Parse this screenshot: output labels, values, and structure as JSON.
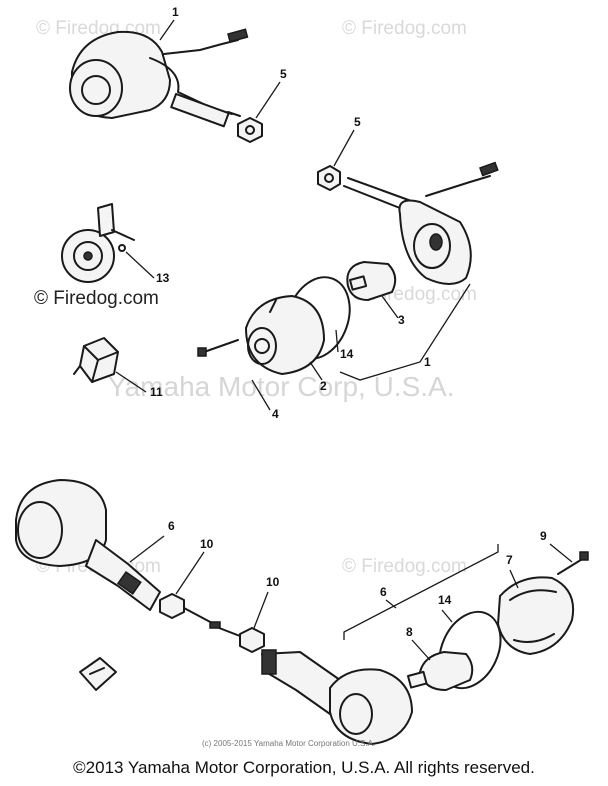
{
  "watermarks": {
    "top_left": "© Firedog.com",
    "top_right": "© Firedog.com",
    "mid_left": "© Firedog.com",
    "mid_right": "© Firedog.com",
    "lower_left": "© Firedog.com",
    "lower_right": "© Firedog.com",
    "center": "Yamaha Motor Corp, U.S.A."
  },
  "credit_line": "(c) 2005-2015 Yamaha Motor Corporation U.S.A.",
  "footer": "©2013 Yamaha Motor Corporation, U.S.A. All rights reserved.",
  "callouts": {
    "c1": "1",
    "c5a": "5",
    "c5b": "5",
    "c13": "13",
    "c11": "11",
    "c3": "3",
    "c14a": "14",
    "c2": "2",
    "c1b": "1",
    "c4": "4",
    "c6a": "6",
    "c10a": "10",
    "c10b": "10",
    "c9": "9",
    "c6b": "6",
    "c7": "7",
    "c14b": "14",
    "c8": "8"
  }
}
